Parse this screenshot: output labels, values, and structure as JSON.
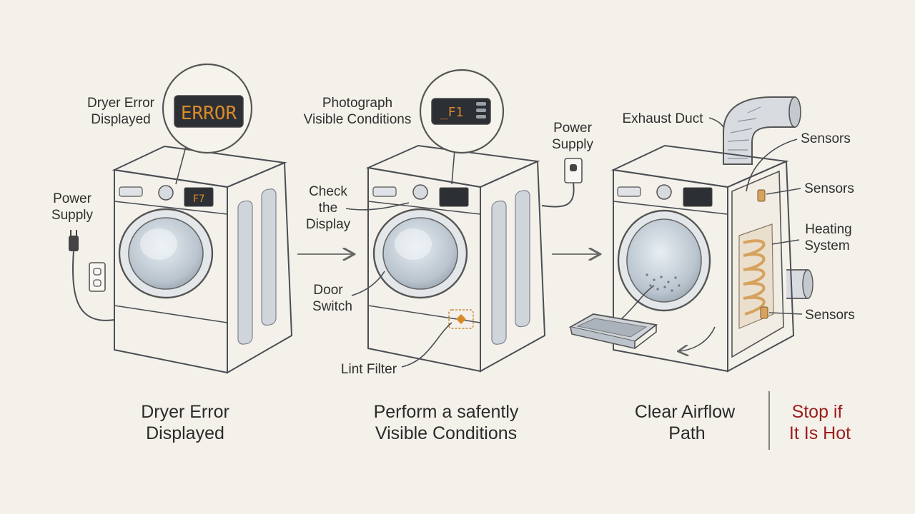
{
  "panels": [
    {
      "zoom_display": "ERROR",
      "panel_display": "F7",
      "callouts": {
        "zoom_label": [
          "Dryer Error",
          "Displayed"
        ],
        "power_label": [
          "Power",
          "Supply"
        ]
      },
      "caption": [
        "Dryer Error",
        "Displayed"
      ]
    },
    {
      "zoom_display": "_F1",
      "callouts": {
        "zoom_label": [
          "Photograph",
          "Visible Conditions"
        ],
        "power_label": [
          "Power",
          "Supply"
        ],
        "check_label": [
          "Check",
          "the",
          "Display"
        ],
        "door_label": [
          "Door",
          "Switch"
        ],
        "lint_label": "Lint Filter"
      },
      "caption": [
        "Perform a safently",
        "Visible Conditions"
      ]
    },
    {
      "callouts": {
        "exhaust_label": "Exhaust Duct",
        "sensors_1": "Sensors",
        "sensors_2": "Sensors",
        "heating_label": [
          "Heating",
          "System"
        ],
        "sensors_3": "Sensors"
      },
      "caption": [
        "Clear Airflow",
        "Path"
      ]
    }
  ],
  "warning": [
    "Stop if",
    "It Is Hot"
  ],
  "colors": {
    "background": "#f4f1ea",
    "warning": "#9b1c1c",
    "display_glow": "#d98a2b",
    "heating_coil": "#d6a25e"
  }
}
